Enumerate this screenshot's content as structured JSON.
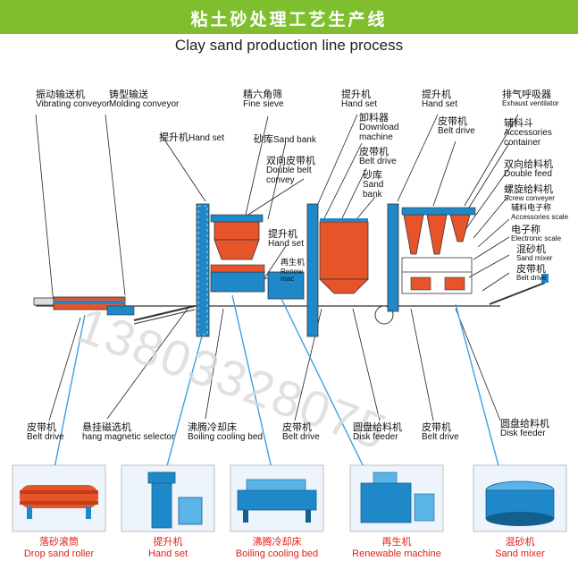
{
  "title_cn": "粘土砂处理工艺生产线",
  "title_en": "Clay sand production line process",
  "top_labels": [
    {
      "cn": "振动输送机",
      "en": "Vibrating conveyor"
    },
    {
      "cn": "铸型输送",
      "en": "Molding conveyor"
    },
    {
      "cn": "精六角筛",
      "en": "Fine sieve"
    },
    {
      "cn": "提升机",
      "en": "Hand set"
    },
    {
      "cn": "提升机",
      "en": "Hand set"
    },
    {
      "cn": "排气呼吸器",
      "en": "Exhaust ventilator"
    }
  ],
  "mid_labels": [
    {
      "cn": "提升机",
      "en": "Hand set"
    },
    {
      "cn": "砂库",
      "en": "Sand bank"
    },
    {
      "cn": "双向皮带机",
      "en": "Double belt convey"
    },
    {
      "cn": "卸料器",
      "en": "Download machine"
    },
    {
      "cn": "皮带机",
      "en": "Belt drive"
    },
    {
      "cn": "砂库",
      "en": "Sand bank"
    },
    {
      "cn": "皮带机",
      "en": "Belt drive"
    },
    {
      "cn": "辅料斗",
      "en": "Accessories container"
    },
    {
      "cn": "双向给料机",
      "en": "Double feed"
    },
    {
      "cn": "螺旋给料机",
      "en": "Screw conveyer"
    },
    {
      "cn": "辅料电子称",
      "en": "Accessories scale"
    },
    {
      "cn": "电子称",
      "en": "Electronic scale"
    },
    {
      "cn": "混砂机",
      "en": "Sand mixer"
    },
    {
      "cn": "皮带机",
      "en": "Belt drive"
    },
    {
      "cn": "提升机",
      "en": "Hand set"
    },
    {
      "cn": "再生机",
      "en": "Renew mac"
    }
  ],
  "bottom_labels": [
    {
      "cn": "皮带机",
      "en": "Belt drive"
    },
    {
      "cn": "悬挂磁选机",
      "en": "hang magnetic selector"
    },
    {
      "cn": "沸腾冷却床",
      "en": "Boiling cooling bed"
    },
    {
      "cn": "皮带机",
      "en": "Belt drive"
    },
    {
      "cn": "圆盘给料机",
      "en": "Disk feeder"
    },
    {
      "cn": "皮带机",
      "en": "Belt drive"
    },
    {
      "cn": "圆盘给料机",
      "en": "Disk feeder"
    }
  ],
  "photos": [
    {
      "cn": "落砂滚筒",
      "en": "Drop sand roller"
    },
    {
      "cn": "提升机",
      "en": "Hand set"
    },
    {
      "cn": "沸腾冷却床",
      "en": "Boiling cooling bed"
    },
    {
      "cn": "再生机",
      "en": "Renewable machine"
    },
    {
      "cn": "混砂机",
      "en": "Sand mixer"
    }
  ],
  "watermark": "13803328075",
  "colors": {
    "header": "#7fbf2f",
    "equipment_orange": "#e8542a",
    "equipment_blue": "#1e88c8",
    "callout_blue": "#3ea0e0",
    "photo_label_red": "#e0201a"
  }
}
